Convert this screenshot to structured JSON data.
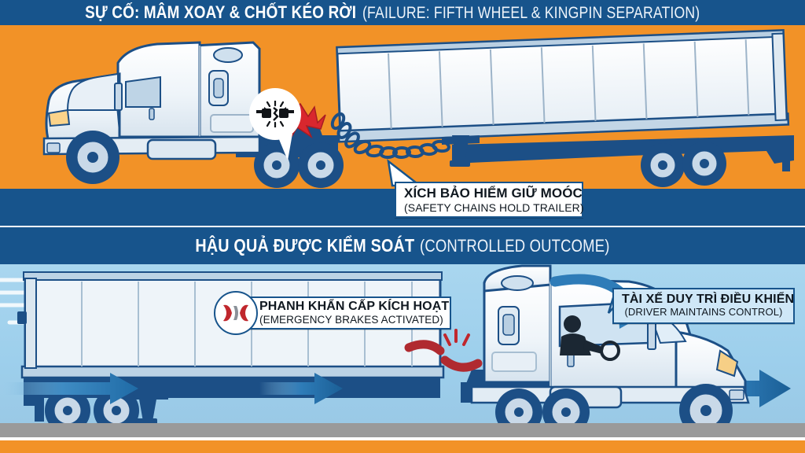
{
  "meta": {
    "title": "Sự cố mâm xoay & chốt kéo rời — Infographic",
    "panel_count": 2
  },
  "colors": {
    "header_blue": "#17548C",
    "panel_orange": "#F29227",
    "panel_sky": "#9DCFEC",
    "truck_white": "#EDF3F8",
    "truck_navy": "#1C4F86",
    "alert_red": "#C0272D",
    "road_gray": "#9A9A9A",
    "arrow_blue": "#2E7CB8"
  },
  "headers": {
    "top": {
      "vi": "SỰ CỐ: MÂM XOAY & CHỐT KÉO RỜI",
      "en": "(FAILURE: FIFTH WHEEL & KINGPIN SEPARATION)"
    },
    "bottom": {
      "vi": "HẬU QUẢ ĐƯỢC KIỂM SOÁT",
      "en": "(CONTROLLED OUTCOME)"
    }
  },
  "callouts": {
    "chain": {
      "vi": "XÍCH BẢO HIỂM GIỮ MOÓC",
      "en": "(SAFETY CHAINS HOLD TRAILER)",
      "icon": "callout-pointer-icon"
    },
    "brakes": {
      "vi": "PHANH KHẨN CẤP KÍCH HOẠT",
      "en": "(EMERGENCY BRAKES ACTIVATED)",
      "icon": "brake-pads-icon"
    },
    "driver": {
      "vi": "TÀI XẾ DUY TRÌ ĐIỀU KHIỂN",
      "en": "(DRIVER MAINTAINS CONTROL)",
      "icon": "speech-bubble-icon"
    }
  },
  "icons": {
    "broken_link": "broken-link-icon",
    "impact_burst": "impact-burst-icon",
    "brake_pads": "brake-pads-icon",
    "motion_arrow": "motion-arrow-icon",
    "driver_figure": "driver-silhouette-icon",
    "air_hose": "air-hose-icon",
    "speed_lines": "speed-lines-icon"
  },
  "scene_top": {
    "description": "Tractor separated from trailer, held by safety chains",
    "elements": [
      "tractor-unit",
      "box-trailer",
      "safety-chain",
      "broken-link-bubble",
      "impact-burst"
    ]
  },
  "scene_bottom": {
    "description": "Trailer braking under control behind the tractor",
    "elements": [
      "box-trailer",
      "tractor-unit",
      "driver-silhouette",
      "air-hose-break",
      "motion-arrows",
      "speed-lines"
    ]
  }
}
